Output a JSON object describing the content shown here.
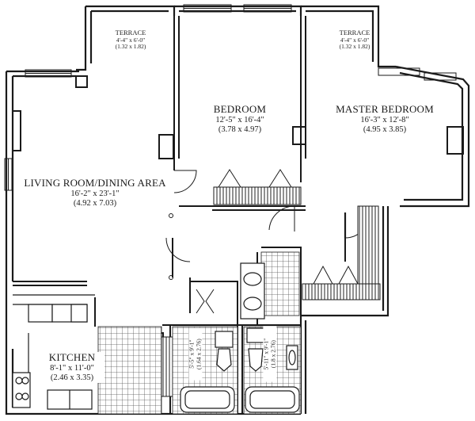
{
  "colors": {
    "ink": "#1a1a1a",
    "paper": "#ffffff",
    "tile": "#555555"
  },
  "rooms": {
    "terrace_left": {
      "name": "TERRACE",
      "dim_imperial": "4'-4\" x 6'-0\"",
      "dim_metric": "(1.32 x 1.82)"
    },
    "terrace_right": {
      "name": "TERRACE",
      "dim_imperial": "4'-4\" x 6'-0\"",
      "dim_metric": "(1.32 x 1.82)"
    },
    "bedroom": {
      "name": "BEDROOM",
      "dim_imperial": "12'-5\" x 16'-4\"",
      "dim_metric": "(3.78 x 4.97)"
    },
    "master_bedroom": {
      "name": "MASTER BEDROOM",
      "dim_imperial": "16'-3\" x 12'-8\"",
      "dim_metric": "(4.95 x 3.85)"
    },
    "living_room": {
      "name": "LIVING ROOM/DINING AREA",
      "dim_imperial": "16'-2\" x 23'-1\"",
      "dim_metric": "(4.92 x 7.03)"
    },
    "kitchen": {
      "name": "KITCHEN",
      "dim_imperial": "8'-1\" x 11'-0\"",
      "dim_metric": "(2.46 x 3.35)"
    },
    "bath_left": {
      "dim_imperial": "5'-5\" x 9'-1\"",
      "dim_metric": "(1.64 x 2.76)"
    },
    "bath_right": {
      "dim_imperial": "5'-11\" x 9'-1\"",
      "dim_metric": "(1.8 x 2.76)"
    }
  }
}
